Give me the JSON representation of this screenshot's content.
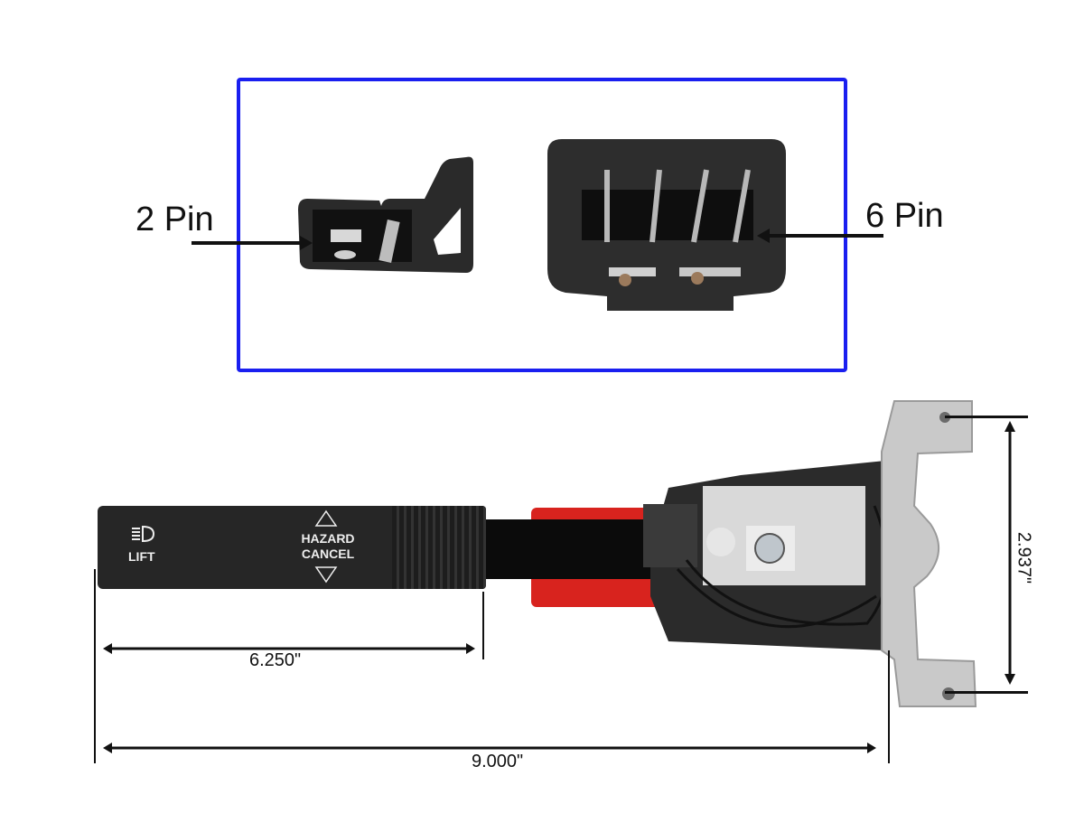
{
  "inset": {
    "border_color": "#1a1ff0",
    "connectors": [
      {
        "label": "2 Pin",
        "pin_count": 2
      },
      {
        "label": "6 Pin",
        "pin_count": 6
      }
    ]
  },
  "lever": {
    "handle_text_left": "LIFT",
    "handle_icon": "headlight-icon",
    "handle_text_center_line1": "HAZARD",
    "handle_text_center_line2": "CANCEL",
    "arm_color": "#d8231e"
  },
  "dimensions": {
    "handle_length": "6.250\"",
    "overall_length": "9.000\"",
    "mount_hole_spacing": "2.937\""
  }
}
